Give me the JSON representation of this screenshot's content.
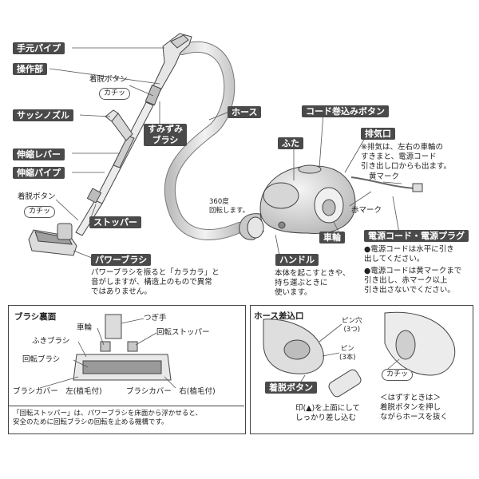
{
  "labels": {
    "hand_pipe": "手元パイプ",
    "control": "操作部",
    "release_button_top": "着脱ボタン",
    "click_top": "カチッ",
    "sash_nozzle": "サッシノズル",
    "corner_brush": "すみずみ\nブラシ",
    "telescope_lever": "伸縮レバー",
    "telescope_pipe": "伸縮パイプ",
    "release_button_bottom": "着脱ボタン",
    "click_bottom": "カチッ",
    "stopper": "ストッパー",
    "hose": "ホース",
    "rotate_360": "360度\n回転します。",
    "cord_button": "コード巻込みボタン",
    "exhaust": "排気口",
    "exhaust_note": "※排気は、左右の車輪の\nすきまと、電源コード\n引き出し口からも出ます。",
    "lid": "ふた",
    "yellow_mark": "黄マーク",
    "red_mark": "赤マーク",
    "wheel": "車輪",
    "power_cord_plug": "電源コード・電源プラグ",
    "power_note_1": "●電源コードは水平に引き\n出してください。",
    "power_note_2": "●電源コードは黄マークまで\n引き出し、赤マーク以上\n引き出さないでください。",
    "handle": "ハンドル",
    "handle_note": "本体を起こすときや、\n持ち運ぶときに\n使います。",
    "power_brush": "パワーブラシ",
    "power_brush_note": "パワーブラシを振ると「カラカラ」と\n音がしますが、構造上のもので異常\nではありません。"
  },
  "brush_box": {
    "title": "ブラシ裏面",
    "joint": "つぎ手",
    "wheel": "車輪",
    "rotation_stopper": "回転ストッパー",
    "wipe_brush": "ふきブラシ",
    "rotating_brush": "回転ブラシ",
    "cover_left": "ブラシカバー　左(植毛付)",
    "cover_right": "ブラシカバー　右(植毛付)",
    "footnote": "「回転ストッパー」は、パワーブラシを床面から浮かせると、\n安全のために回転ブラシの回転を止める機構です。"
  },
  "hose_box": {
    "title": "ホース差込口",
    "pin_hole": "ピン穴\n(3つ)",
    "pin": "ピン\n(3本)",
    "click": "カチッ",
    "release_button": "着脱ボタン",
    "insert_note": "印(▲)を上面にして\nしっかり差し込む",
    "remove_note": "＜はずすときは＞\n着脱ボタンを押し\nながらホースを抜く"
  },
  "colors": {
    "tag_bg": "#4a4a4a",
    "line": "#555555",
    "part_fill": "#e6e6e6",
    "hose_fill": "#d4d4d4"
  }
}
